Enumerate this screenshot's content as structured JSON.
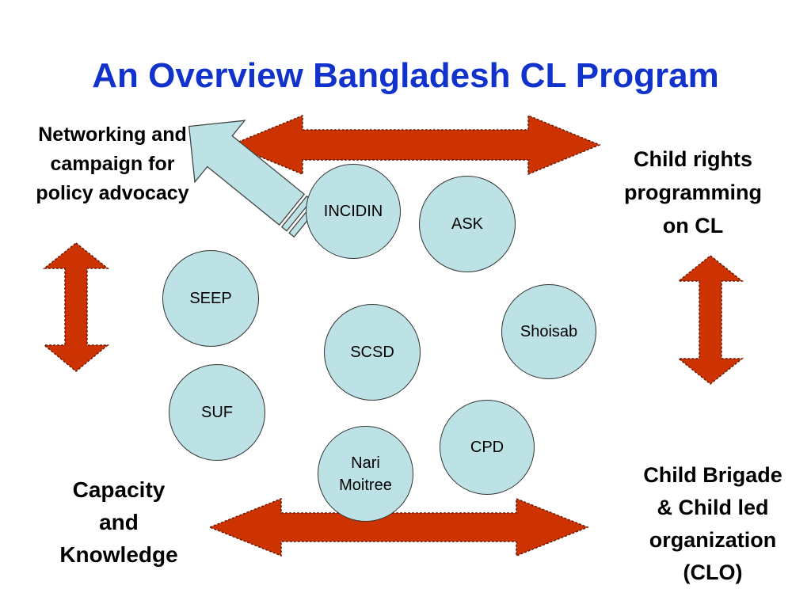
{
  "title": "An Overview Bangladesh CL Program",
  "colors": {
    "title": "#1133cc",
    "arrow_fill": "#cc3300",
    "circle_fill": "#bde2e6",
    "pointer_fill": "#bde2e6"
  },
  "corners": {
    "top_left": [
      "Networking and",
      "campaign for",
      "policy advocacy"
    ],
    "top_right": [
      "Child rights",
      "programming",
      "on CL"
    ],
    "bottom_left": [
      "Capacity",
      "and",
      "Knowledge"
    ],
    "bottom_right": [
      "Child Brigade",
      "& Child led",
      "organization",
      "(CLO)"
    ]
  },
  "organizations": [
    {
      "id": "incidin",
      "lines": [
        "INCIDIN"
      ]
    },
    {
      "id": "ask",
      "lines": [
        "ASK"
      ]
    },
    {
      "id": "seep",
      "lines": [
        "SEEP"
      ]
    },
    {
      "id": "shoisab",
      "lines": [
        "Shoisab"
      ]
    },
    {
      "id": "scsd",
      "lines": [
        "SCSD"
      ]
    },
    {
      "id": "suf",
      "lines": [
        "SUF"
      ]
    },
    {
      "id": "cpd",
      "lines": [
        "CPD"
      ]
    },
    {
      "id": "nari-moitree",
      "lines": [
        "Nari",
        "Moitree"
      ]
    }
  ]
}
